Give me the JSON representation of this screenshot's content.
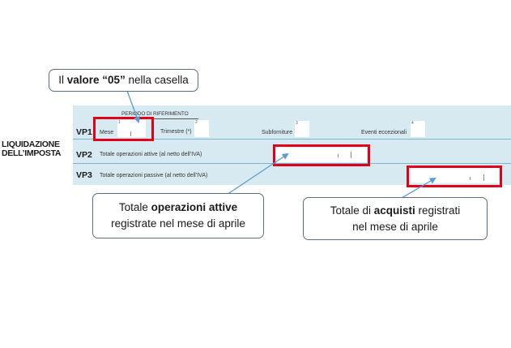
{
  "callouts": {
    "top": {
      "pre": "Il ",
      "bold": "valore “05”",
      "post": " nella casella"
    },
    "left": {
      "line1_pre": "Totale ",
      "line1_bold": "operazioni attive",
      "line2": "registrate nel mese di aprile"
    },
    "right": {
      "line1_pre": "Totale di ",
      "line1_bold": "acquisti",
      "line1_post": " registrati",
      "line2": "nel mese di aprile"
    }
  },
  "form": {
    "section_title": "LIQUIDAZIONE DELL’IMPOSTA",
    "periodo_label": "PERIODO DI RIFERIMENTO",
    "rows": {
      "vp1": {
        "code": "VP1",
        "mese": "Mese",
        "mese_idx": "1",
        "trimestre": "Trimestre (*)",
        "trimestre_idx": "2",
        "subforniture": "Subforniture",
        "subforniture_idx": "3",
        "eventi": "Eventi eccezionali",
        "eventi_idx": "4"
      },
      "vp2": {
        "code": "VP2",
        "label": "Totale operazioni attive (al netto dell’IVA)"
      },
      "vp3": {
        "code": "VP3",
        "label": "Totale operazioni passive (al netto dell’IVA)"
      }
    }
  },
  "colors": {
    "highlight_red": "#e0001a",
    "form_blue": "#d8eaf1",
    "arrow_blue": "#5b9bd5"
  }
}
